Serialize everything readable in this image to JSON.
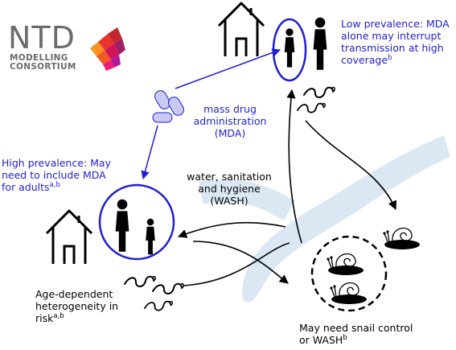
{
  "logo": {
    "title": "NTD",
    "line1": "MODELLING",
    "line2": "CONSORTIUM"
  },
  "labels": {
    "low_prevalence": {
      "lines": [
        "Low prevalence: MDA",
        "alone may interrupt",
        "transmission at high",
        "coverage"
      ],
      "sup": "b"
    },
    "mda": {
      "lines": [
        "mass drug",
        "administration",
        "(MDA)"
      ]
    },
    "high_prevalence": {
      "lines": [
        "High prevalence: May",
        "need to include MDA",
        "for adults"
      ],
      "sup": "a,b"
    },
    "wash": {
      "lines": [
        "water, sanitation",
        "and hygiene",
        "(WASH)"
      ]
    },
    "age_dependent": {
      "lines": [
        "Age-dependent",
        "heterogeneity in",
        "risk"
      ],
      "sup": "a,b"
    },
    "snail_control": {
      "lines": [
        "May need snail control",
        "or WASH"
      ],
      "sup": "b"
    }
  },
  "colors": {
    "blue": "#1f1fd0",
    "river": "#dbe8f4",
    "pill": "#c9c9f2",
    "black": "#000000"
  },
  "icons": [
    "house-icon",
    "adult-icon",
    "child-icon",
    "pill-icon",
    "worm-icon",
    "snail-icon",
    "logo-mark-icon"
  ]
}
